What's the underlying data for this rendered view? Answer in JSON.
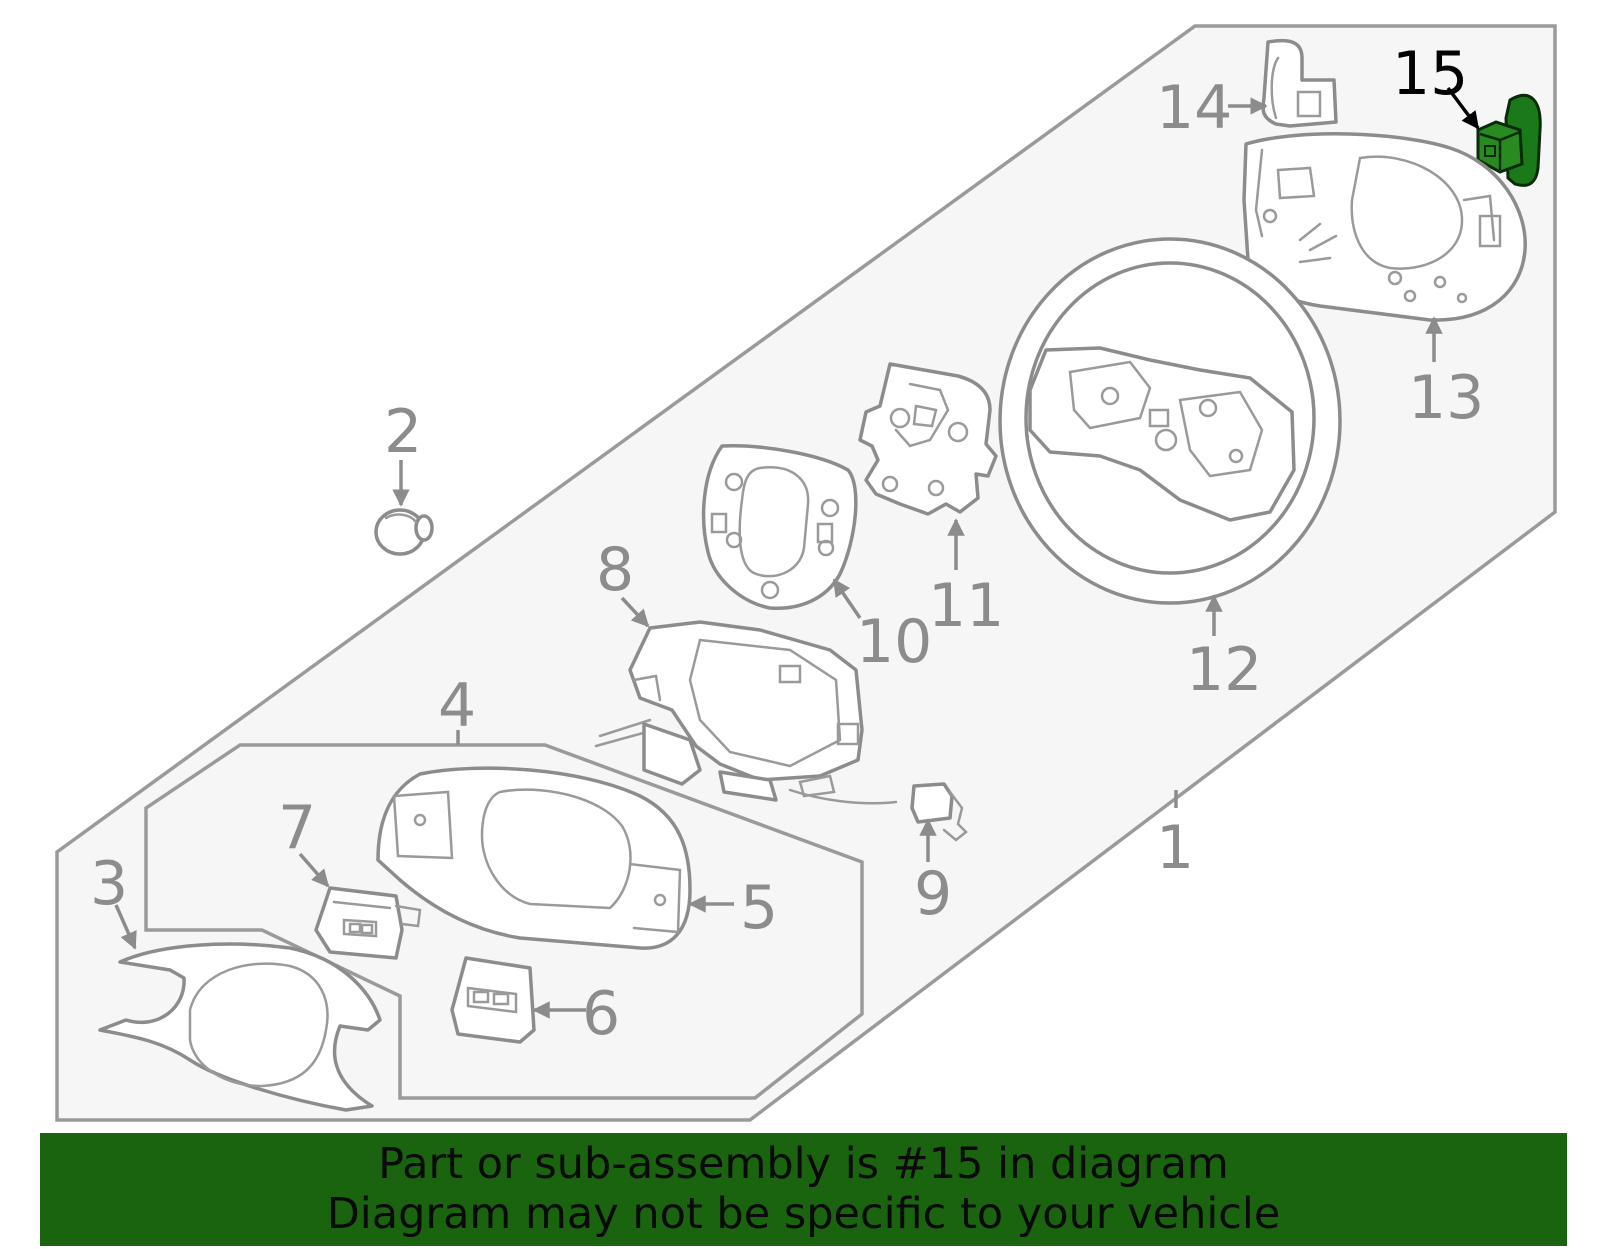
{
  "callouts": {
    "c1": "1",
    "c2": "2",
    "c3": "3",
    "c4": "4",
    "c5": "5",
    "c6": "6",
    "c7": "7",
    "c8": "8",
    "c9": "9",
    "c10": "10",
    "c11": "11",
    "c12": "12",
    "c13": "13",
    "c14": "14",
    "c15": "15"
  },
  "highlighted_part": "15",
  "colors": {
    "highlight": "#1a7a1a",
    "banner_bg": "#1a6410",
    "line": "#8c8c8c",
    "panel": "#f6f6f6"
  },
  "banner": {
    "line1": "Part or sub-assembly is #15 in diagram",
    "line2": "Diagram may not be specific to your vehicle"
  }
}
